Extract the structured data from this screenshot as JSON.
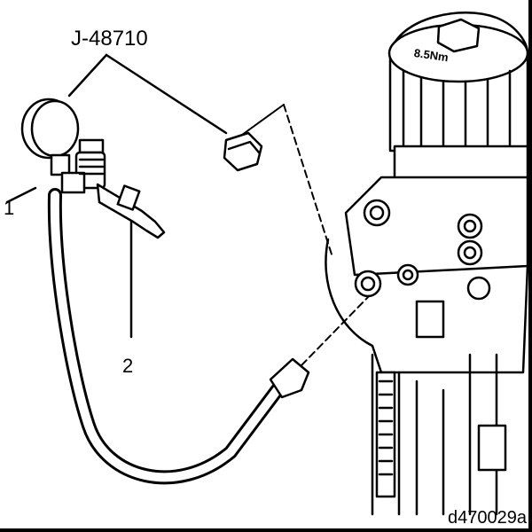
{
  "diagram": {
    "tool_label": "J-48710",
    "callouts": [
      "1",
      "2"
    ],
    "figure_id": "d470029a",
    "torque_marking": "8.5Nm"
  }
}
